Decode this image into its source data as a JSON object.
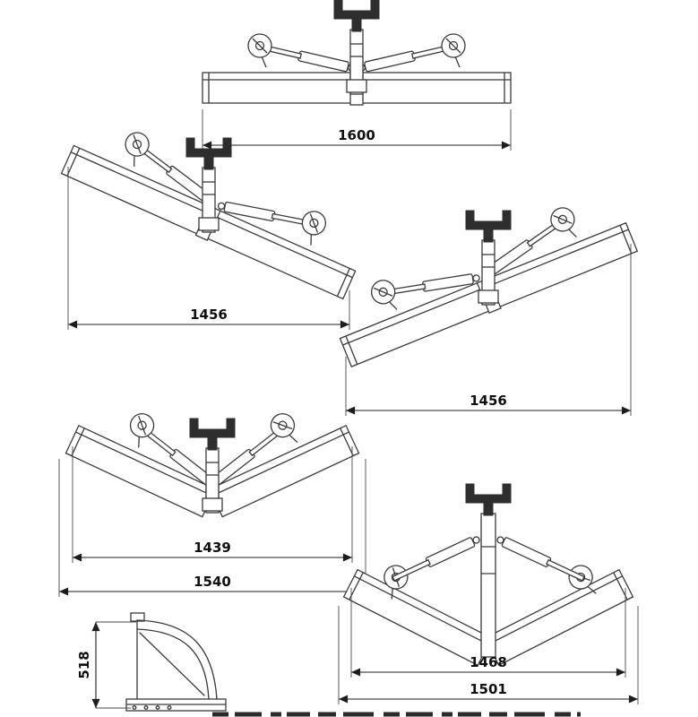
{
  "dimensions": {
    "straight_width": "1600",
    "angled_left_width": "1456",
    "angled_right_width": "1456",
    "v_open_inner": "1439",
    "v_open_outer": "1540",
    "v_point_inner": "1468",
    "v_point_outer": "1501",
    "side_height": "518"
  }
}
